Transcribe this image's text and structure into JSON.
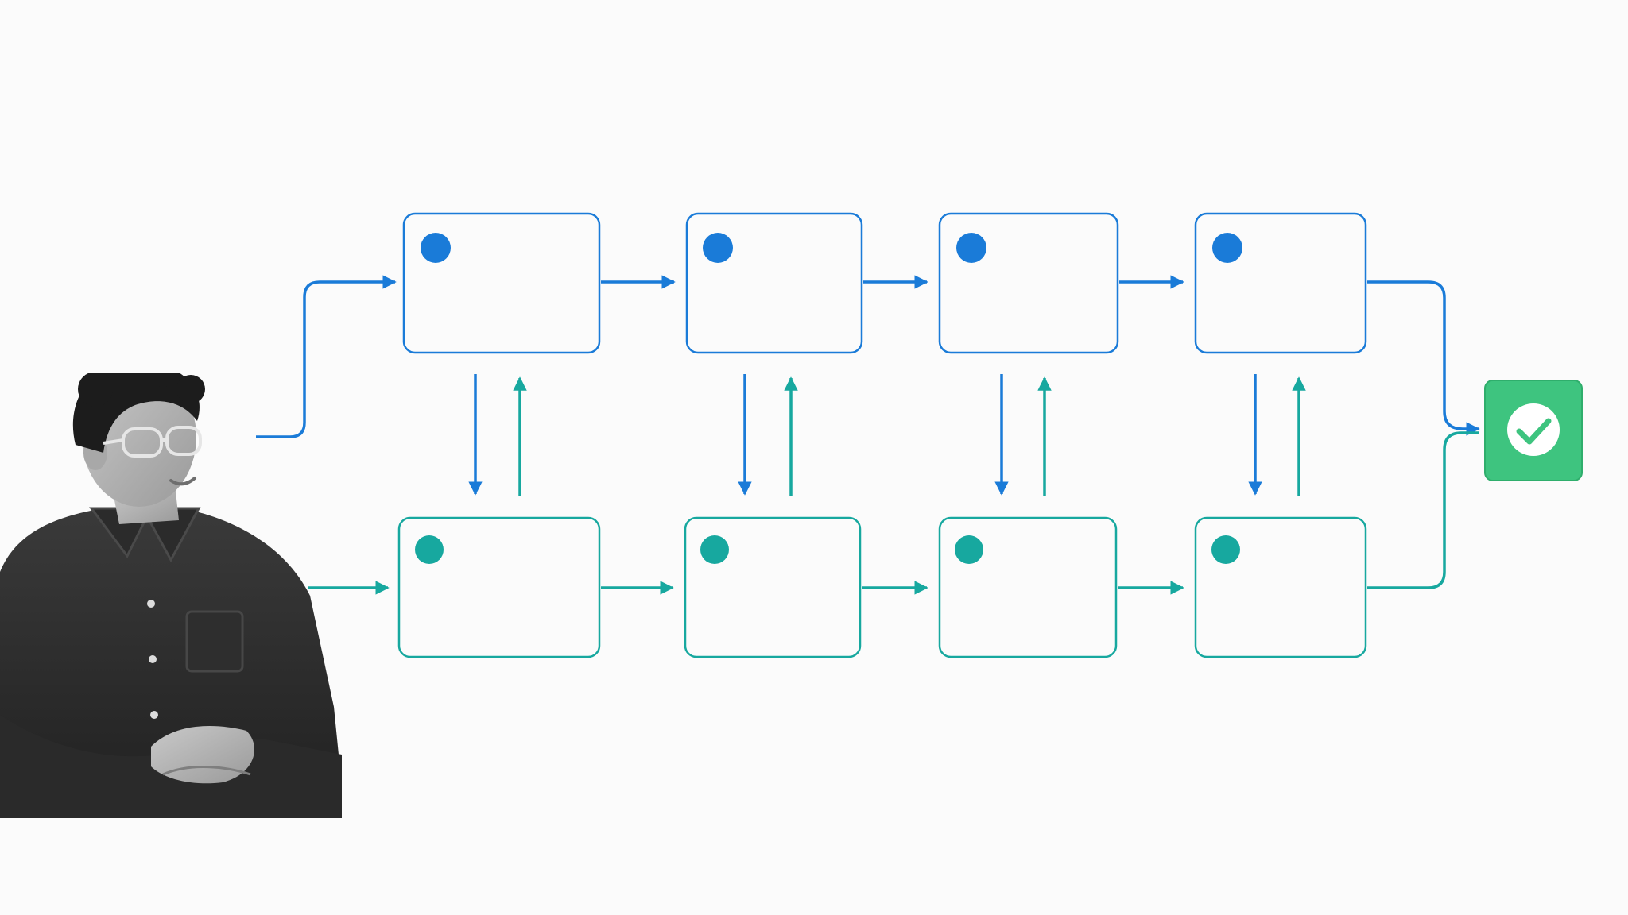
{
  "diagram": {
    "colors": {
      "background": "#fbfbfb",
      "blue": "#1a7bd8",
      "teal": "#17a89f",
      "success": "#3ec47f",
      "success_border": "#2fae6c",
      "check": "#ffffff"
    },
    "rows": [
      {
        "name": "blue-row",
        "color": "blue",
        "boxes": 4
      },
      {
        "name": "teal-row",
        "color": "teal",
        "boxes": 4
      }
    ],
    "connectors": {
      "between_rows": 4,
      "directions": [
        "down",
        "up"
      ]
    },
    "endpoint": {
      "icon": "checkmark-icon"
    },
    "person": {
      "icon": "person-photo"
    }
  }
}
